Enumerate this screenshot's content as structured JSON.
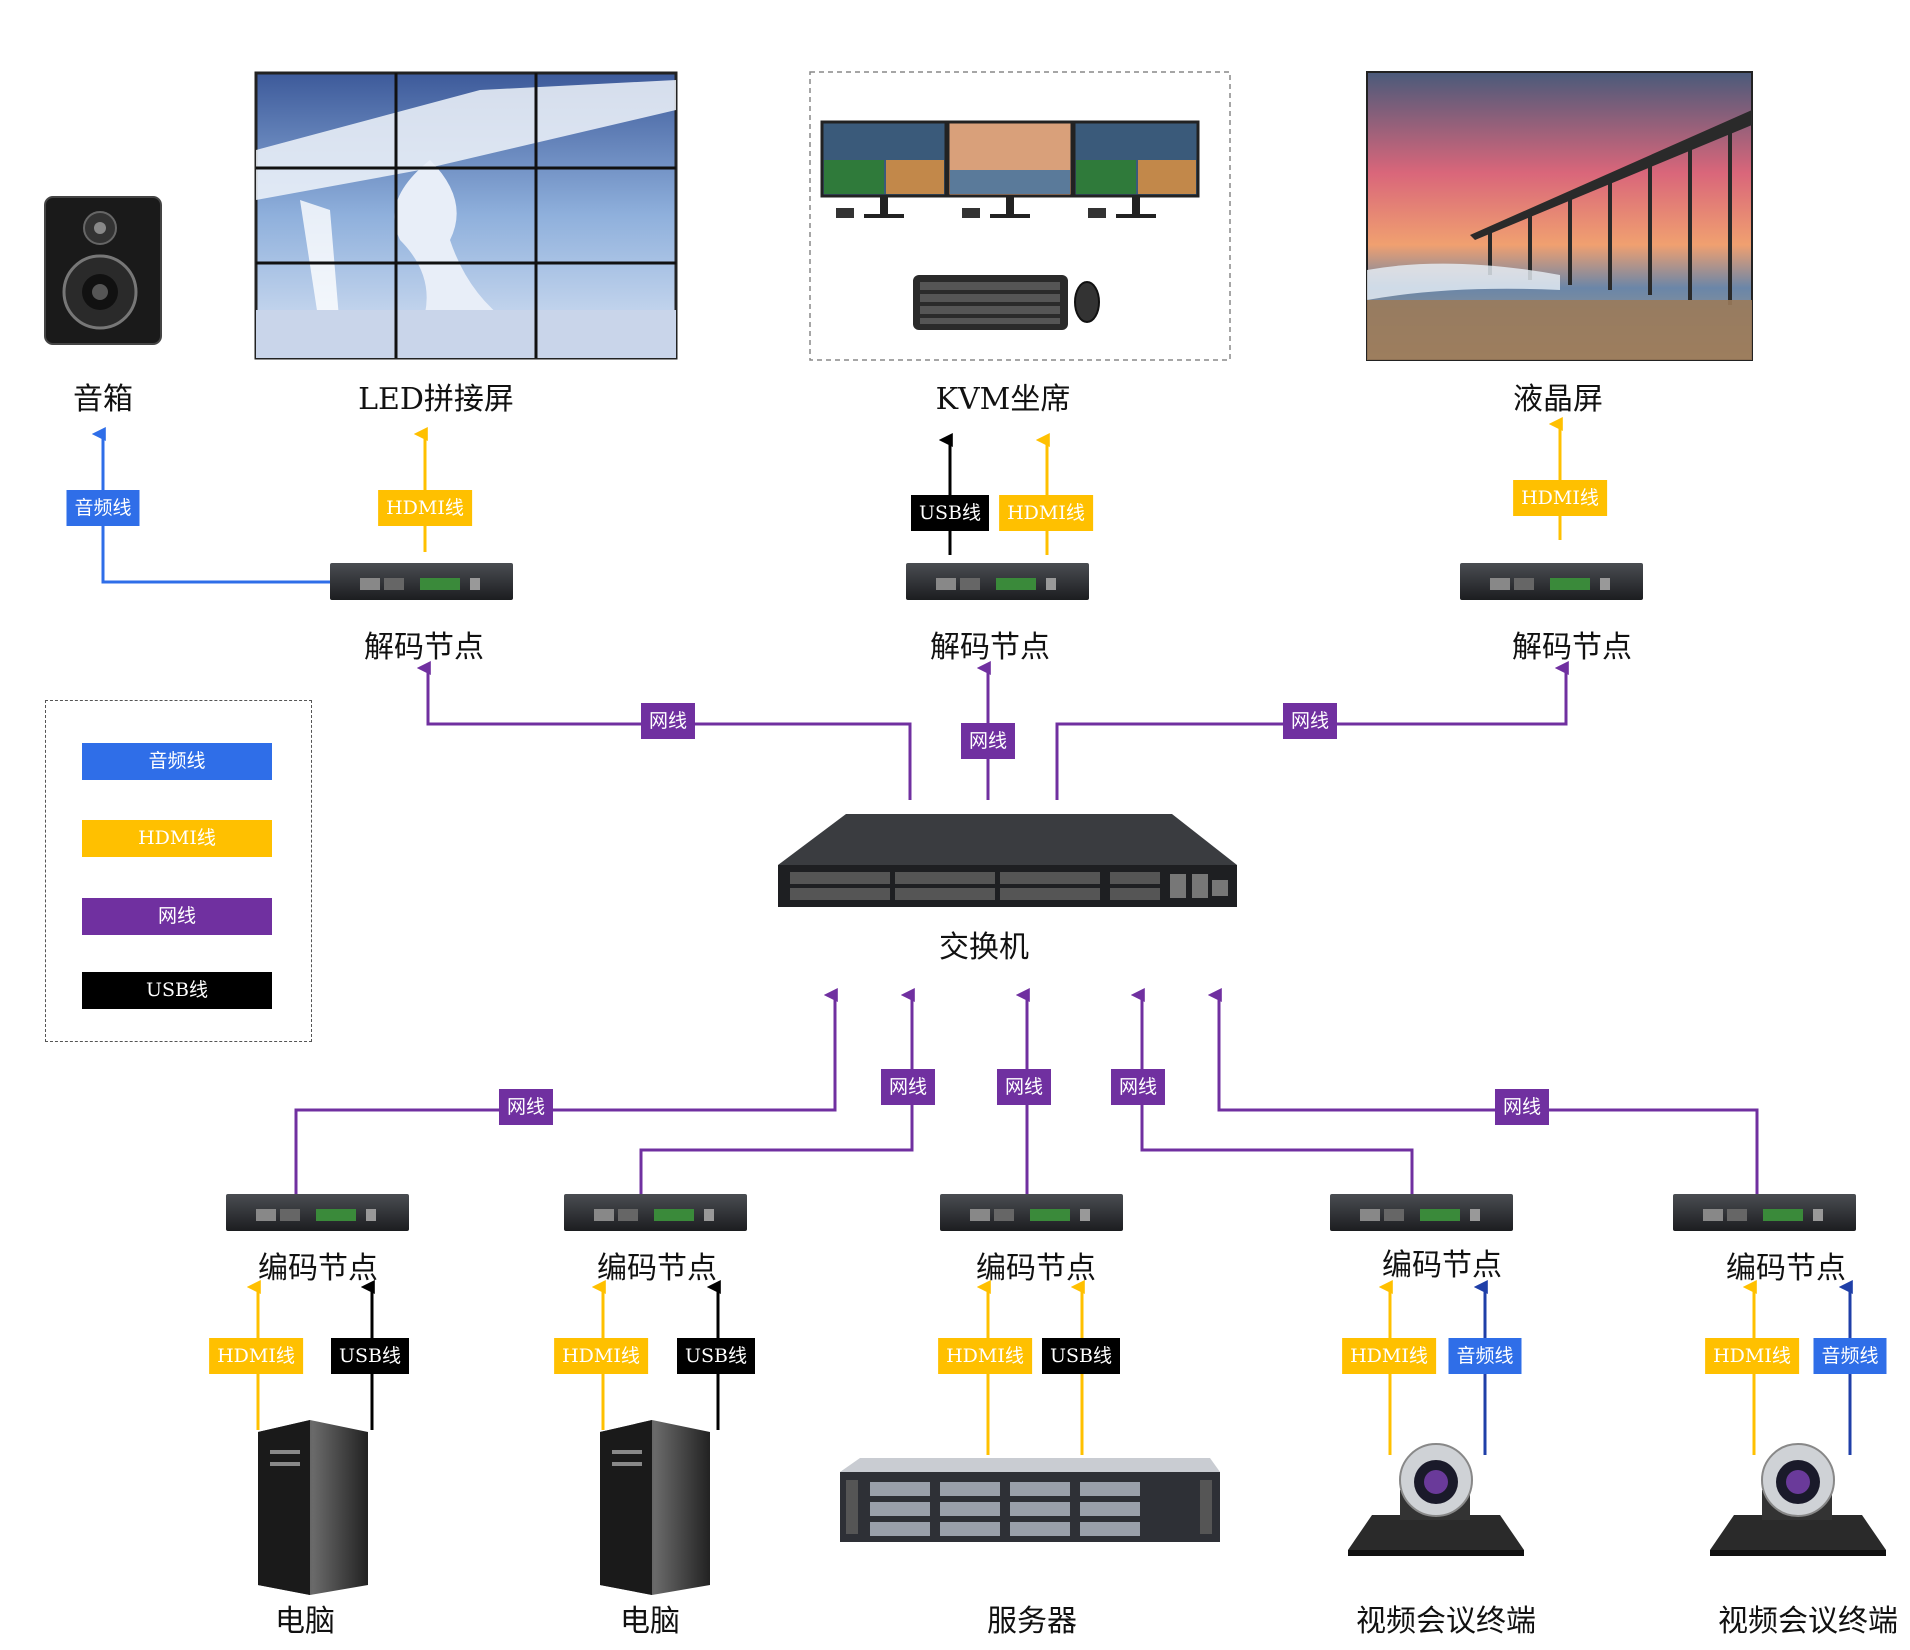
{
  "devices": {
    "speaker": "音箱",
    "led_wall": "LED拼接屏",
    "kvm": "KVM坐席",
    "lcd": "液晶屏",
    "decoder": "解码节点",
    "switch": "交换机",
    "encoder": "编码节点",
    "pc": "电脑",
    "server": "服务器",
    "video_conf": "视频会议终端"
  },
  "cables": {
    "audio": "音频线",
    "hdmi": "HDMI线",
    "net": "网线",
    "usb": "USB线"
  },
  "colors": {
    "audio": "#2f6ee8",
    "audio_dark": "#1f3fa8",
    "hdmi": "#ffc000",
    "net": "#7030a0",
    "usb": "#000000"
  },
  "legend": [
    "音频线",
    "HDMI线",
    "网线",
    "USB线"
  ]
}
